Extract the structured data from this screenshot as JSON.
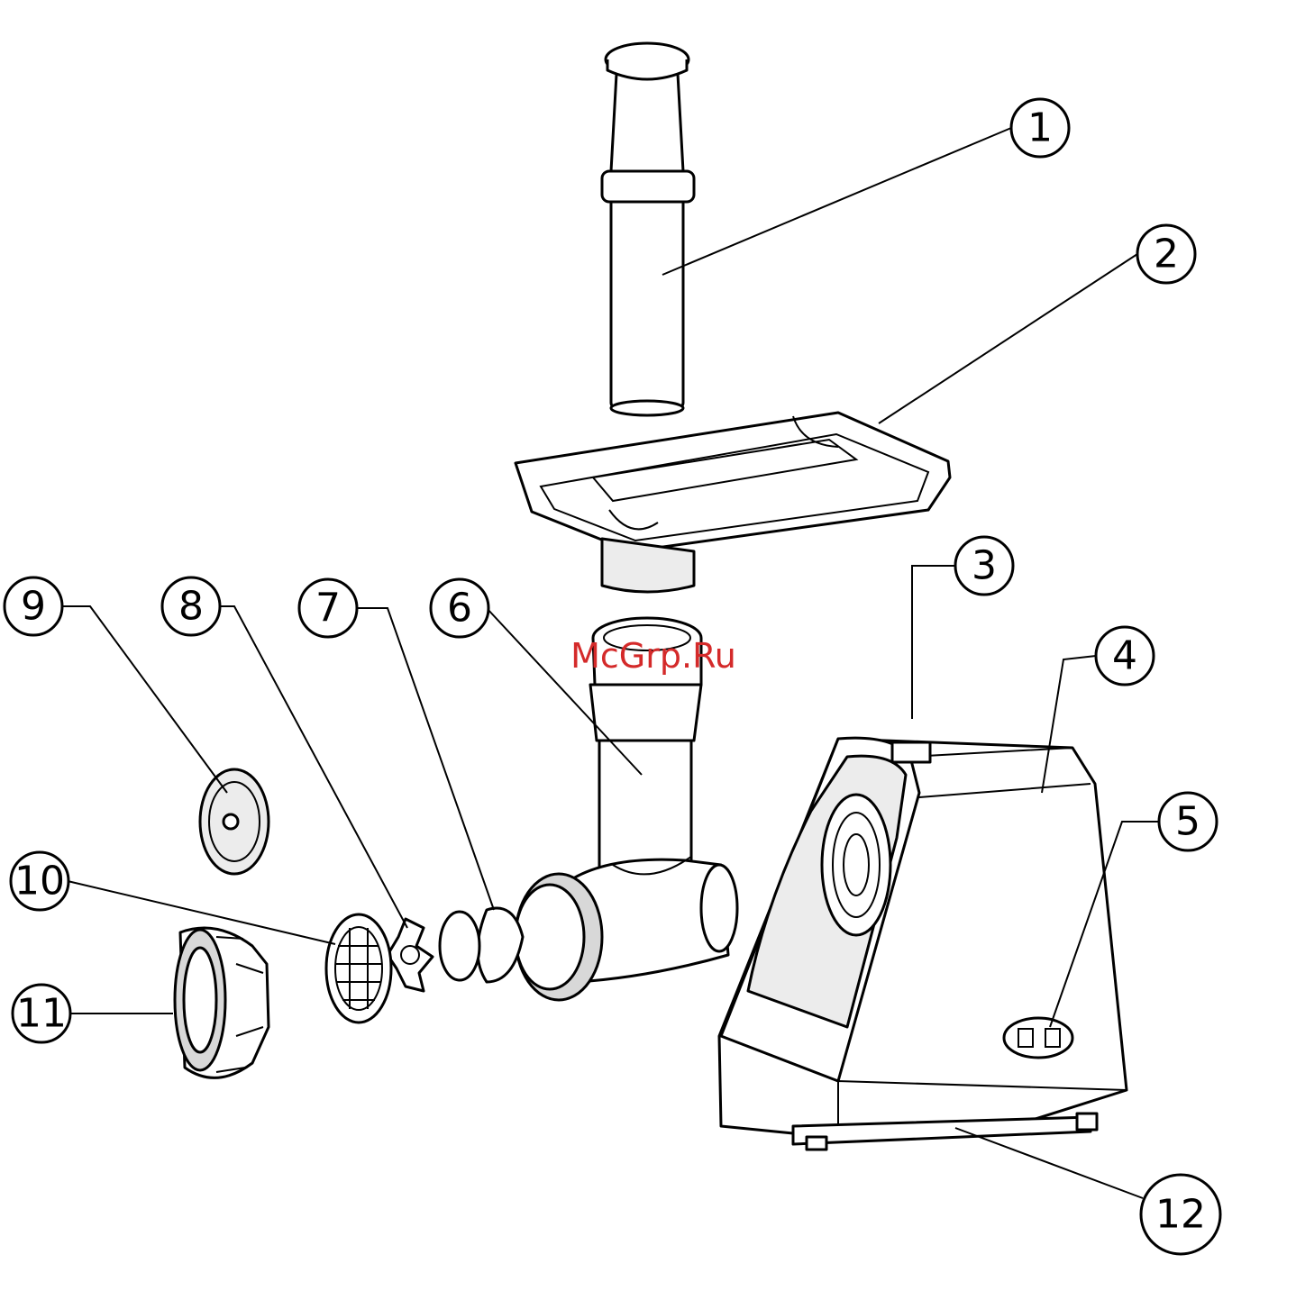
{
  "watermark": "McGrp.Ru",
  "callouts": [
    {
      "id": "1",
      "label": "1"
    },
    {
      "id": "2",
      "label": "2"
    },
    {
      "id": "3",
      "label": "3"
    },
    {
      "id": "4",
      "label": "4"
    },
    {
      "id": "5",
      "label": "5"
    },
    {
      "id": "6",
      "label": "6"
    },
    {
      "id": "7",
      "label": "7"
    },
    {
      "id": "8",
      "label": "8"
    },
    {
      "id": "9",
      "label": "9"
    },
    {
      "id": "10",
      "label": "10"
    },
    {
      "id": "11",
      "label": "11"
    },
    {
      "id": "12",
      "label": "12"
    }
  ],
  "colors": {
    "line": "#000000",
    "watermark": "#d42a2a",
    "background": "#ffffff"
  }
}
